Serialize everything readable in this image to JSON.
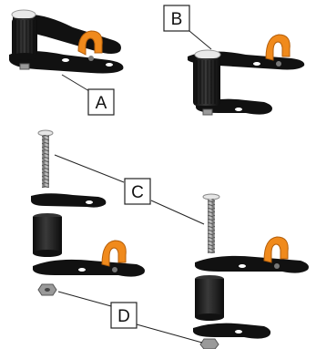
{
  "callouts": {
    "a": "A",
    "b": "B",
    "c": "C",
    "d": "D"
  },
  "colors": {
    "plate": "#111111",
    "plate_highlight": "#3a3a3a",
    "roller": "#1a1a1a",
    "clamp": "#f08a1c",
    "clamp_dark": "#b45e0a",
    "bolt": "#8c8c8c",
    "leader": "#222222"
  }
}
